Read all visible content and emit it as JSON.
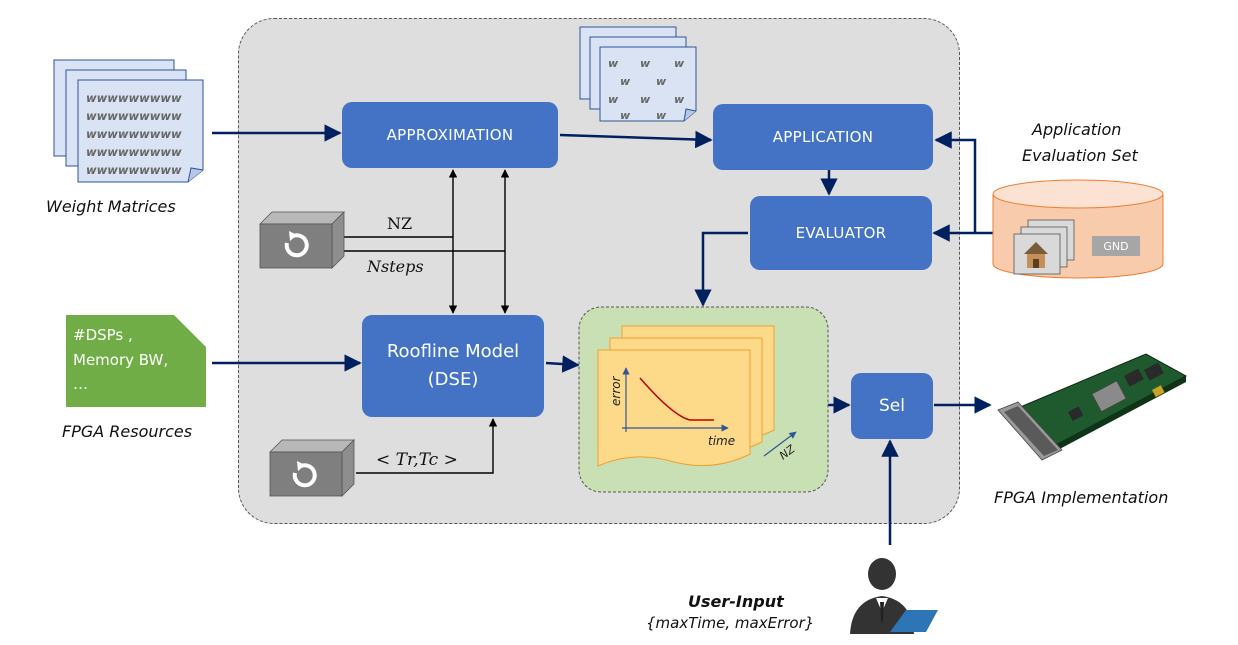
{
  "labels": {
    "weight_matrices": "Weight Matrices",
    "fpga_resources": "FPGA Resources",
    "application_evaluation_set_line1": "Application",
    "application_evaluation_set_line2": "Evaluation Set",
    "fpga_implementation": "FPGA Implementation",
    "user_input_title": "User-Input",
    "user_input_params": "{maxTime, maxError}"
  },
  "blocks": {
    "approximation": "APPROXIMATION",
    "application": "APPLICATION",
    "evaluator": "EVALUATOR",
    "roofline_line1": "Roofline Model",
    "roofline_line2": "(DSE)",
    "sel": "Sel"
  },
  "params": {
    "nz": "NZ",
    "nsteps": "Nsteps",
    "tr_tc": "< Tr,Tc >"
  },
  "weight_doc_rows": [
    "wwwwwwwww",
    "wwwwwwwww",
    "wwwwwwwww",
    "wwwwwwwww",
    "wwwwwwwww"
  ],
  "resources_note": {
    "line1": "#DSPs ,",
    "line2": "Memory BW,",
    "line3": "…"
  },
  "sparse_weight_glyph": "w",
  "gnd_label": "GND",
  "plot": {
    "y_axis_label": "error",
    "x_axis_label": "time",
    "depth_label": "NZ"
  },
  "colors": {
    "block_blue": "#4472c4",
    "arrow_navy": "#002060",
    "panel_gray": "#dedede",
    "green_region": "#c9e0b4",
    "plot_card": "#fdd98a",
    "resource_green": "#70ad47",
    "dataset_orange": "#f8cbad",
    "curve_red": "#c00000"
  }
}
